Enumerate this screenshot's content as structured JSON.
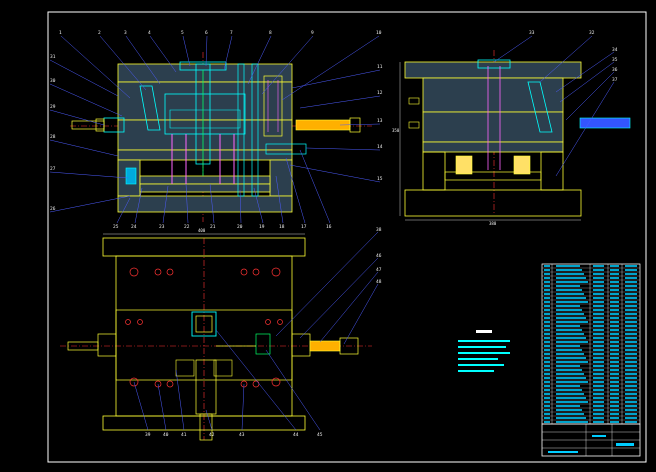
{
  "colors": {
    "background": "#000000",
    "frame": "#ffffff",
    "outline": "#ffff33",
    "cavity": "#00ffff",
    "leader": "#4d5cff",
    "center": "#ff3333",
    "section": "#2c3f4e",
    "pin": "#ff66ff",
    "part": "#00ff66",
    "block": "#ffe066",
    "table": "#00ccff"
  },
  "views": [
    {
      "name": "front-section-view"
    },
    {
      "name": "side-section-view"
    },
    {
      "name": "plan-view"
    }
  ],
  "icons": [
    "slide-cylinder-icon",
    "core-pull-rod-icon",
    "cooling-nipple-icon"
  ],
  "front_view_labels": {
    "top": [
      "1",
      "2",
      "3",
      "4",
      "5",
      "6",
      "7",
      "8",
      "9",
      "10"
    ],
    "left": [
      "31",
      "30",
      "29",
      "28",
      "27",
      "26"
    ],
    "bottom": [
      "25",
      "24",
      "23",
      "22",
      "21",
      "20",
      "19",
      "18",
      "17",
      "16"
    ],
    "right": [
      "11",
      "12",
      "13",
      "14",
      "15"
    ]
  },
  "side_view_labels": {
    "top": [
      "33",
      "32"
    ],
    "right": [
      "34",
      "35",
      "36",
      "37"
    ]
  },
  "plan_view_labels": {
    "bottom": [
      "39",
      "40",
      "41",
      "42",
      "43",
      "44",
      "45"
    ],
    "right": [
      "38",
      "46",
      "47",
      "48"
    ]
  },
  "dimensions": {
    "side_width": "380",
    "side_height": "350",
    "plan_width": "400"
  }
}
